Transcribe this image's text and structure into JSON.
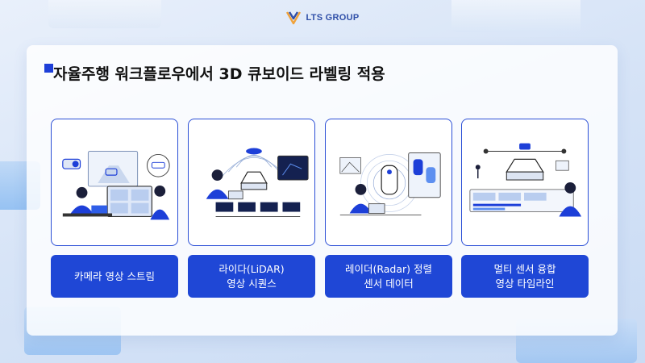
{
  "brand": {
    "name": "LTS GROUP",
    "color": "#2f4fa8"
  },
  "title": "자율주행 워크플로우에서 3D 큐보이드 라벨링 적용",
  "accent": "#1f47d6",
  "cards": [
    {
      "label_line1": "카메라 영상 스트림",
      "label_line2": "",
      "illustration": "camera-stream-illustration"
    },
    {
      "label_line1": "라이다(LiDAR)",
      "label_line2": "영상 시퀀스",
      "illustration": "lidar-sequence-illustration"
    },
    {
      "label_line1": "레이더(Radar) 정렬",
      "label_line2": "센서 데이터",
      "illustration": "radar-alignment-illustration"
    },
    {
      "label_line1": "멀티 센서 융합",
      "label_line2": "영상 타임라인",
      "illustration": "sensor-fusion-illustration"
    }
  ]
}
